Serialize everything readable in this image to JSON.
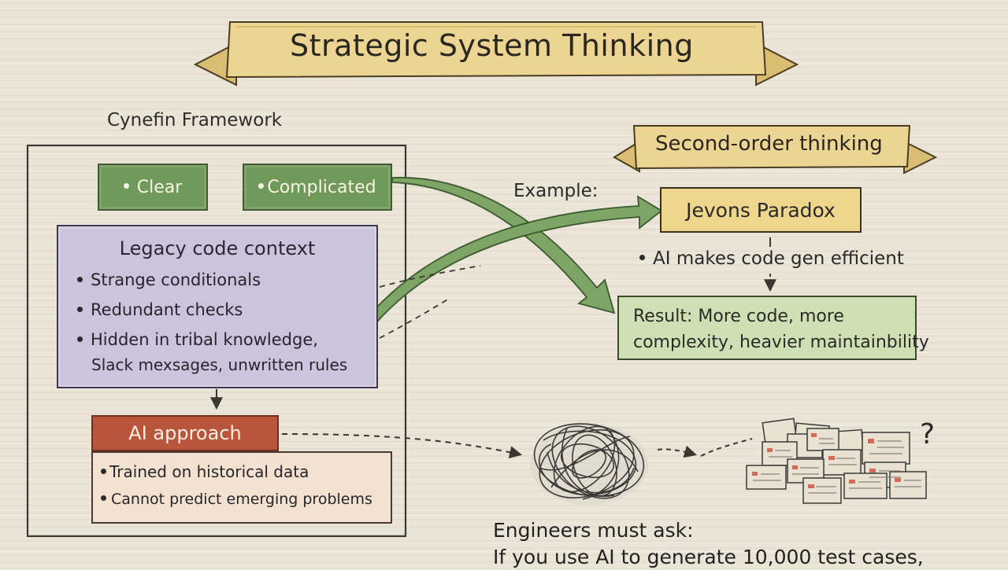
{
  "title": "Strategic System Thinking",
  "cynefin": {
    "label": "Cynefin Framework",
    "domains": [
      "Clear",
      "Complicated"
    ],
    "legacy": {
      "title": "Legacy code context",
      "items": [
        "Strange conditionals",
        "Redundant checks",
        "Hidden in tribal knowledge,"
      ],
      "continuation": "Slack mexsages, unwritten rules"
    },
    "ai": {
      "title": "AI approach",
      "items": [
        "Trained on historical data",
        "Cannot predict emerging problems"
      ]
    }
  },
  "second_order": {
    "title": "Second-order thinking",
    "example_label": "Example:",
    "paradox": "Jevons Paradox",
    "cause": "AI makes code gen efficient",
    "result_line1": "Result: More code, more",
    "result_line2": "complexity, heavier maintainbility"
  },
  "question_mark": "?",
  "engineers": {
    "heading": "Engineers must ask:",
    "line": "If you use AI to generate 10,000 test cases,"
  },
  "colors": {
    "green": "#6f9a5a",
    "purple": "#cbc4dc",
    "rust": "#b9553a",
    "yellow": "#efd68d",
    "result_green": "#cfe0b4",
    "banner": "#ecd493"
  }
}
